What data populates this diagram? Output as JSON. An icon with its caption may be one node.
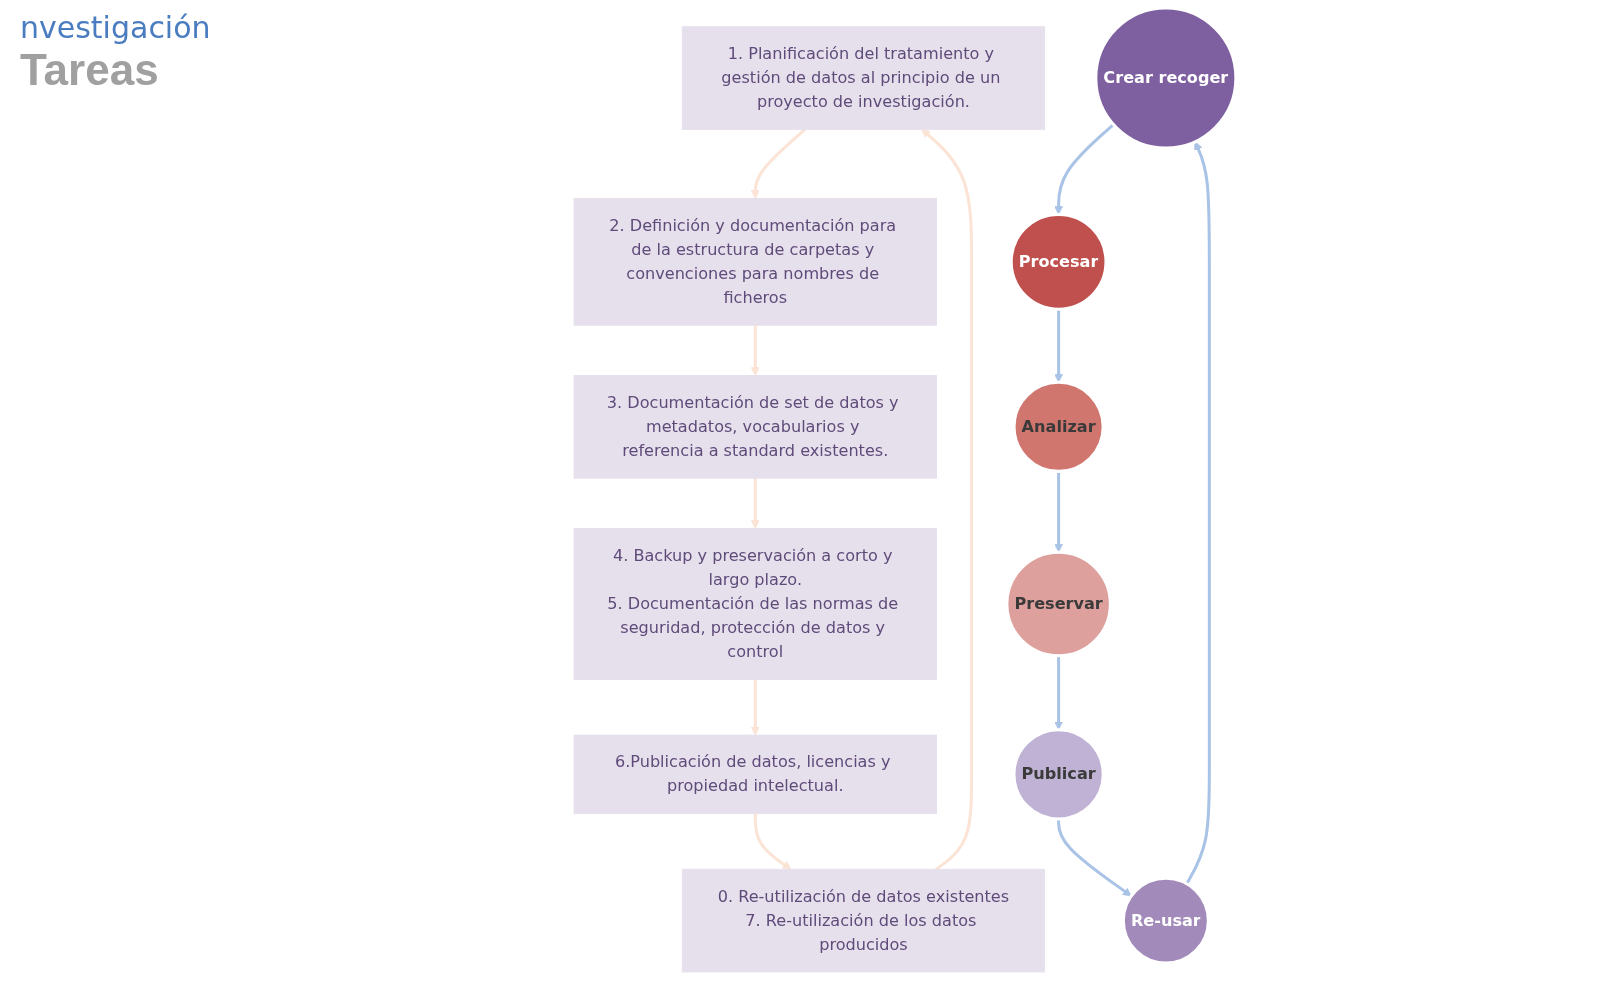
{
  "diagram": {
    "nodes": [
      {
        "text": [
          "1. Planificación del tratamiento y gestión de datos al principio de un proyecto de investigación."
        ]
      },
      {
        "text": [
          "2. Definición y documentación para de la estructura de carpetas y convenciones para nombres de ficheros"
        ]
      },
      {
        "text": [
          "Crear recoger"
        ]
      },
      {
        "text": [
          "Re-usar"
        ]
      },
      {
        "text": [
          "Procesar"
        ]
      },
      {
        "text": [
          "0. Re-utilización de datos existentes",
          "7. Re-utilización de los datos producidos"
        ]
      },
      {
        "text": [
          "3. Documentación de set de datos y metadatos, vocabularios y referencia a standard existentes."
        ]
      },
      {
        "text": [
          "Publicar"
        ]
      },
      {
        "text": [
          "Analizar"
        ]
      },
      {
        "text": [
          "Preservar"
        ]
      },
      {
        "text": [
          "6.Publicación de datos, licencias y propiedad intelectual."
        ]
      },
      {
        "text": [
          "4. Backup y preservación a corto y largo plazo.",
          "5. Documentación de las normas de seguridad, protección de datos y control"
        ]
      }
    ],
    "edges": [
      {
        "from": 0,
        "to": 1,
        "arrow": "to",
        "color": "#fbe3d5"
      },
      {
        "from": 1,
        "to": 6,
        "arrow": "to",
        "color": "#fbe3d5"
      },
      {
        "from": 6,
        "to": 11,
        "arrow": "to",
        "color": "#fbe3d5"
      },
      {
        "from": 11,
        "to": 10,
        "arrow": "to",
        "color": "#fbe3d5"
      },
      {
        "from": 10,
        "to": 5,
        "arrow": "to",
        "color": "#fbe3d5"
      },
      {
        "from": 5,
        "to": 0,
        "arrow": "to",
        "color": "#fbe3d5"
      },
      {
        "from": 2,
        "to": 4,
        "arrow": "to",
        "color": "#a9c3e6"
      },
      {
        "from": 4,
        "to": 8,
        "arrow": "to",
        "color": "#a9c3e6"
      },
      {
        "from": 8,
        "to": 9,
        "arrow": "to",
        "color": "#a9c3e6"
      },
      {
        "from": 9,
        "to": 7,
        "arrow": "to",
        "color": "#a9c3e6"
      },
      {
        "from": 7,
        "to": 3,
        "arrow": "to",
        "color": "#a9c3e6"
      },
      {
        "from": 3,
        "to": 2,
        "arrow": "to",
        "color": "#a9c3e6"
      }
    ],
    "labels": [
      "nvestigación",
      "Tareas"
    ]
  }
}
